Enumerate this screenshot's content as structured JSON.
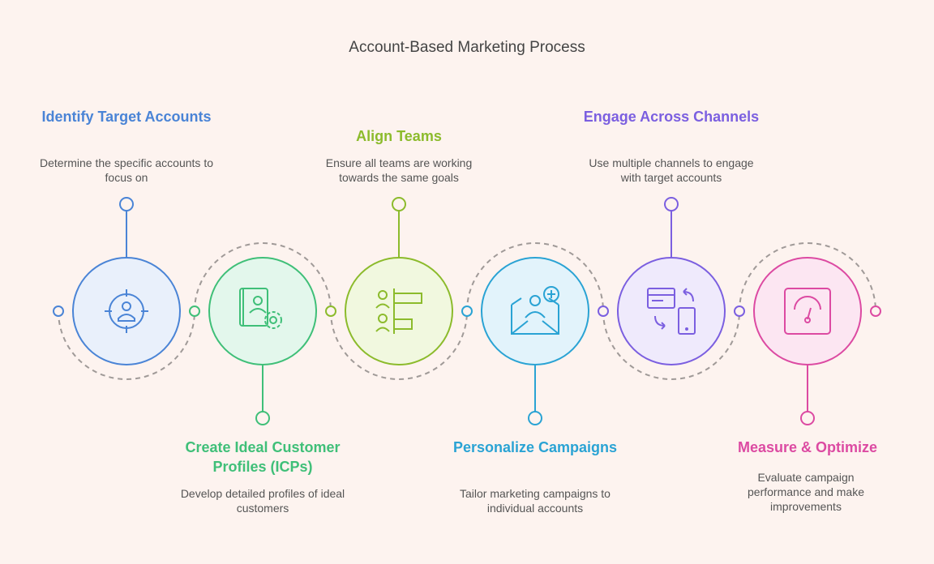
{
  "title": "Account-Based Marketing Process",
  "steps": [
    {
      "title": "Identify Target Accounts",
      "description": "Determine the specific accounts to focus on",
      "color": "#4a84d6",
      "fill": "#e9f0fb",
      "icon": "target-user-icon",
      "label_position": "top"
    },
    {
      "title": "Create Ideal Customer Profiles (ICPs)",
      "description": "Develop detailed profiles of ideal customers",
      "color": "#3fbf78",
      "fill": "#e3f7ec",
      "icon": "profile-settings-icon",
      "label_position": "bottom"
    },
    {
      "title": "Align Teams",
      "description": "Ensure all teams are working towards the same goals",
      "color": "#8cbb2c",
      "fill": "#f1f8df",
      "icon": "team-alignment-icon",
      "label_position": "top"
    },
    {
      "title": "Personalize Campaigns",
      "description": "Tailor marketing campaigns to individual accounts",
      "color": "#2aa3d4",
      "fill": "#e2f3fb",
      "icon": "personalized-mail-icon",
      "label_position": "bottom"
    },
    {
      "title": "Engage Across Channels",
      "description": "Use multiple channels to engage with target accounts",
      "color": "#7b5fe0",
      "fill": "#efeafc",
      "icon": "multichannel-icon",
      "label_position": "top"
    },
    {
      "title": "Measure & Optimize",
      "description": "Evaluate campaign performance and make improvements",
      "color": "#dc4aa2",
      "fill": "#fce6f2",
      "icon": "gauge-icon",
      "label_position": "bottom"
    }
  ]
}
